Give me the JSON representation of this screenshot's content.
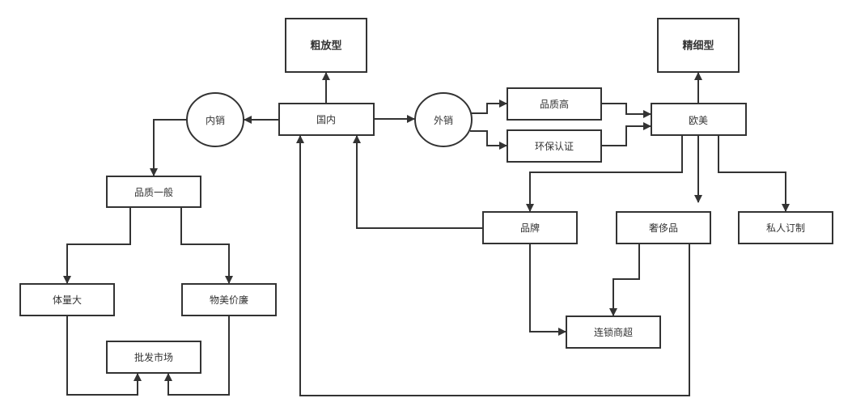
{
  "diagram": {
    "type": "flowchart",
    "nodes": {
      "cufang": {
        "label": "粗放型",
        "shape": "rect",
        "bold": true
      },
      "guonei": {
        "label": "国内",
        "shape": "rect"
      },
      "neixiao": {
        "label": "内销",
        "shape": "ellipse"
      },
      "waixiao": {
        "label": "外销",
        "shape": "ellipse"
      },
      "pinzhigao": {
        "label": "品质高",
        "shape": "rect"
      },
      "huanbao": {
        "label": "环保认证",
        "shape": "rect"
      },
      "jingxi": {
        "label": "精细型",
        "shape": "rect",
        "bold": true
      },
      "oumei": {
        "label": "欧美",
        "shape": "rect"
      },
      "pinzhiyiban": {
        "label": "品质一般",
        "shape": "rect"
      },
      "tiliangda": {
        "label": "体量大",
        "shape": "rect"
      },
      "wumei": {
        "label": "物美价廉",
        "shape": "rect"
      },
      "pifa": {
        "label": "批发市场",
        "shape": "rect"
      },
      "pinpai": {
        "label": "品牌",
        "shape": "rect"
      },
      "shechi": {
        "label": "奢侈品",
        "shape": "rect"
      },
      "siren": {
        "label": "私人订制",
        "shape": "rect"
      },
      "liansuo": {
        "label": "连锁商超",
        "shape": "rect"
      }
    },
    "edges": [
      {
        "from": "guonei",
        "to": "cufang"
      },
      {
        "from": "guonei",
        "to": "neixiao"
      },
      {
        "from": "guonei",
        "to": "waixiao"
      },
      {
        "from": "neixiao",
        "to": "pinzhiyiban"
      },
      {
        "from": "pinzhiyiban",
        "to": "tiliangda"
      },
      {
        "from": "pinzhiyiban",
        "to": "wumei"
      },
      {
        "from": "tiliangda",
        "to": "pifa"
      },
      {
        "from": "wumei",
        "to": "pifa"
      },
      {
        "from": "waixiao",
        "to": "pinzhigao"
      },
      {
        "from": "waixiao",
        "to": "huanbao"
      },
      {
        "from": "pinzhigao",
        "to": "oumei"
      },
      {
        "from": "huanbao",
        "to": "oumei"
      },
      {
        "from": "oumei",
        "to": "jingxi"
      },
      {
        "from": "oumei",
        "to": "pinpai"
      },
      {
        "from": "oumei",
        "to": "shechi"
      },
      {
        "from": "oumei",
        "to": "siren"
      },
      {
        "from": "pinpai",
        "to": "guonei"
      },
      {
        "from": "pinpai",
        "to": "liansuo"
      },
      {
        "from": "shechi",
        "to": "liansuo"
      },
      {
        "from": "shechi",
        "to": "guonei"
      }
    ]
  }
}
